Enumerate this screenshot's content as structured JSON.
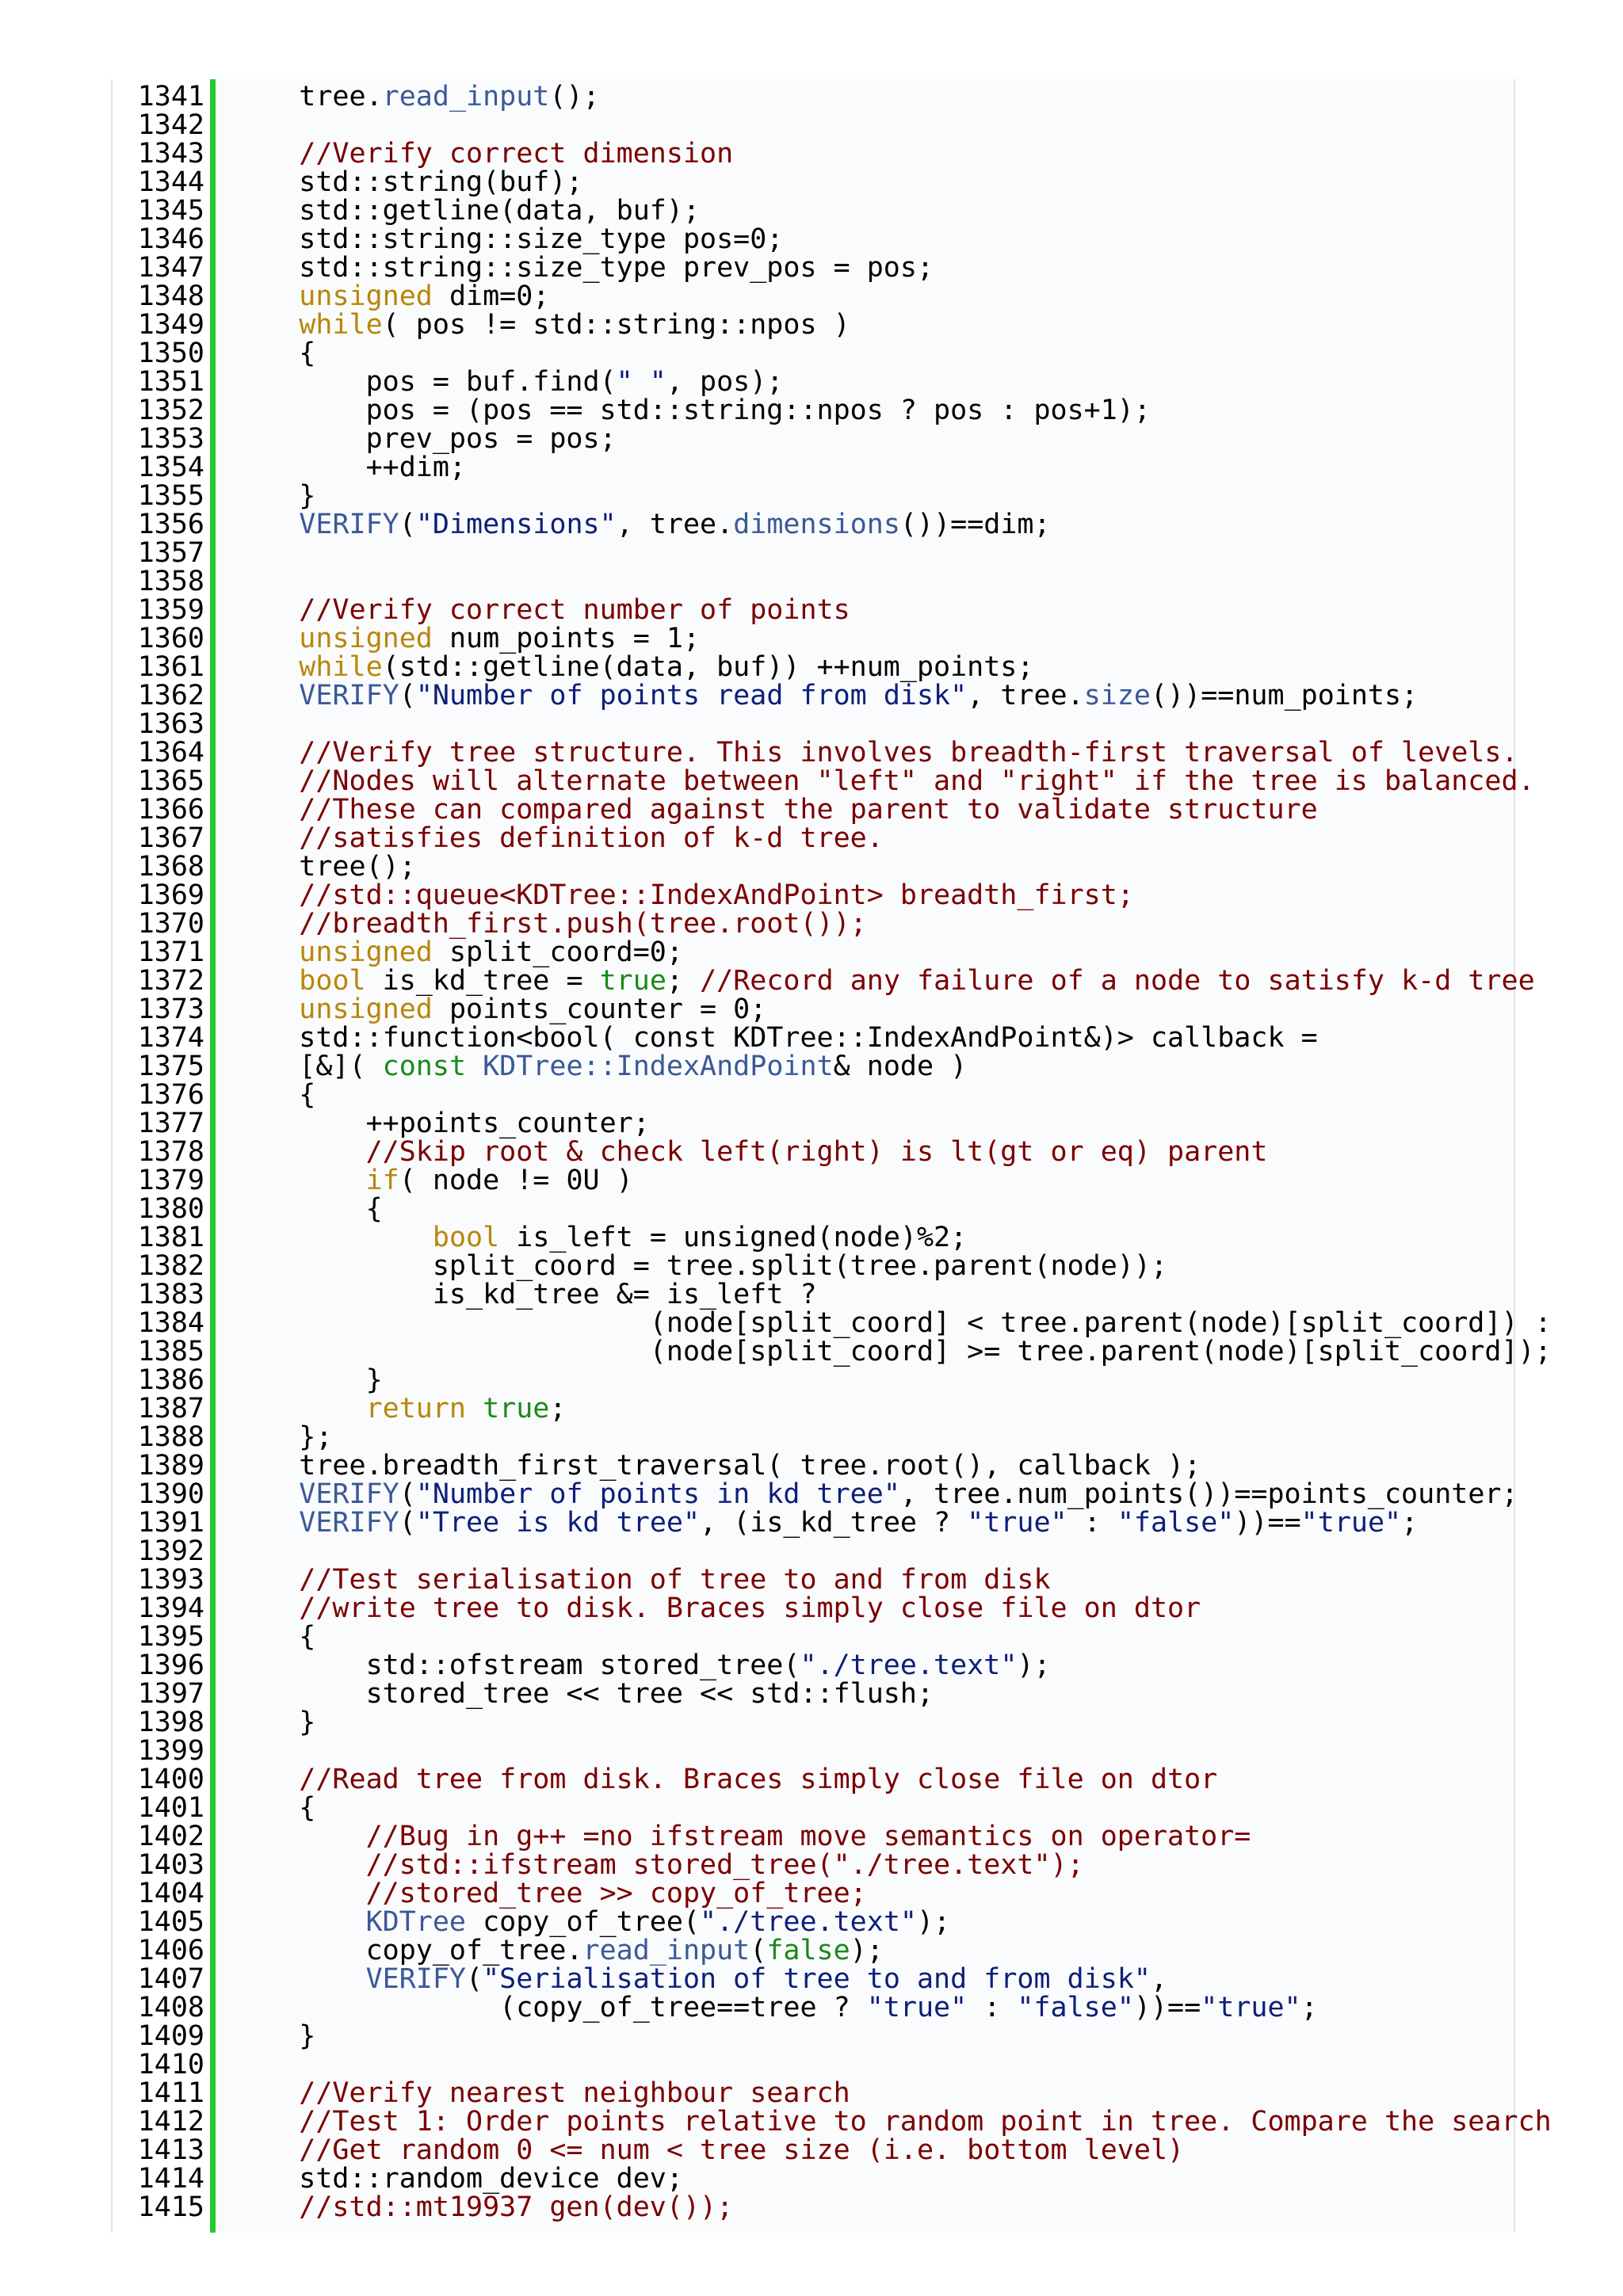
{
  "colors": {
    "gutter_marker": "#22cc33",
    "comment": "#7a0000",
    "keyword": "#b8860b",
    "literal": "#1a8a1a",
    "string": "#0d1f7a",
    "function": "#3b5998",
    "plain": "#000000"
  },
  "lines": [
    {
      "n": "1341",
      "t": [
        {
          "k": "n",
          "s": "    tree."
        },
        {
          "k": "f",
          "s": "read_input"
        },
        {
          "k": "n",
          "s": "();"
        }
      ]
    },
    {
      "n": "1342",
      "t": []
    },
    {
      "n": "1343",
      "t": [
        {
          "k": "c",
          "s": "    //Verify correct dimension"
        }
      ]
    },
    {
      "n": "1344",
      "t": [
        {
          "k": "n",
          "s": "    std::string(buf);"
        }
      ]
    },
    {
      "n": "1345",
      "t": [
        {
          "k": "n",
          "s": "    std::getline(data, buf);"
        }
      ]
    },
    {
      "n": "1346",
      "t": [
        {
          "k": "n",
          "s": "    std::string::size_type pos=0;"
        }
      ]
    },
    {
      "n": "1347",
      "t": [
        {
          "k": "n",
          "s": "    std::string::size_type prev_pos = pos;"
        }
      ]
    },
    {
      "n": "1348",
      "t": [
        {
          "k": "n",
          "s": "    "
        },
        {
          "k": "k",
          "s": "unsigned"
        },
        {
          "k": "n",
          "s": " dim=0;"
        }
      ]
    },
    {
      "n": "1349",
      "t": [
        {
          "k": "n",
          "s": "    "
        },
        {
          "k": "k",
          "s": "while"
        },
        {
          "k": "n",
          "s": "( pos != std::string::npos )"
        }
      ]
    },
    {
      "n": "1350",
      "t": [
        {
          "k": "n",
          "s": "    {"
        }
      ]
    },
    {
      "n": "1351",
      "t": [
        {
          "k": "n",
          "s": "        pos = buf.find("
        },
        {
          "k": "s",
          "s": "\" \""
        },
        {
          "k": "n",
          "s": ", pos);"
        }
      ]
    },
    {
      "n": "1352",
      "t": [
        {
          "k": "n",
          "s": "        pos = (pos == std::string::npos ? pos : pos+1);"
        }
      ]
    },
    {
      "n": "1353",
      "t": [
        {
          "k": "n",
          "s": "        prev_pos = pos;"
        }
      ]
    },
    {
      "n": "1354",
      "t": [
        {
          "k": "n",
          "s": "        ++dim;"
        }
      ]
    },
    {
      "n": "1355",
      "t": [
        {
          "k": "n",
          "s": "    }"
        }
      ]
    },
    {
      "n": "1356",
      "t": [
        {
          "k": "n",
          "s": "    "
        },
        {
          "k": "f",
          "s": "VERIFY"
        },
        {
          "k": "n",
          "s": "("
        },
        {
          "k": "s",
          "s": "\"Dimensions\""
        },
        {
          "k": "n",
          "s": ", tree."
        },
        {
          "k": "f",
          "s": "dimensions"
        },
        {
          "k": "n",
          "s": "())==dim;"
        }
      ]
    },
    {
      "n": "1357",
      "t": []
    },
    {
      "n": "1358",
      "t": []
    },
    {
      "n": "1359",
      "t": [
        {
          "k": "c",
          "s": "    //Verify correct number of points"
        }
      ]
    },
    {
      "n": "1360",
      "t": [
        {
          "k": "n",
          "s": "    "
        },
        {
          "k": "k",
          "s": "unsigned"
        },
        {
          "k": "n",
          "s": " num_points = 1;"
        }
      ]
    },
    {
      "n": "1361",
      "t": [
        {
          "k": "n",
          "s": "    "
        },
        {
          "k": "k",
          "s": "while"
        },
        {
          "k": "n",
          "s": "(std::getline(data, buf)) ++num_points;"
        }
      ]
    },
    {
      "n": "1362",
      "t": [
        {
          "k": "n",
          "s": "    "
        },
        {
          "k": "f",
          "s": "VERIFY"
        },
        {
          "k": "n",
          "s": "("
        },
        {
          "k": "s",
          "s": "\"Number of points read from disk\""
        },
        {
          "k": "n",
          "s": ", tree."
        },
        {
          "k": "f",
          "s": "size"
        },
        {
          "k": "n",
          "s": "())==num_points;"
        }
      ]
    },
    {
      "n": "1363",
      "t": []
    },
    {
      "n": "1364",
      "t": [
        {
          "k": "c",
          "s": "    //Verify tree structure. This involves breadth-first traversal of levels."
        }
      ]
    },
    {
      "n": "1365",
      "t": [
        {
          "k": "c",
          "s": "    //Nodes will alternate between \"left\" and \"right\" if the tree is balanced."
        }
      ]
    },
    {
      "n": "1366",
      "t": [
        {
          "k": "c",
          "s": "    //These can compared against the parent to validate structure"
        }
      ]
    },
    {
      "n": "1367",
      "t": [
        {
          "k": "c",
          "s": "    //satisfies definition of k-d tree."
        }
      ]
    },
    {
      "n": "1368",
      "t": [
        {
          "k": "n",
          "s": "    tree();"
        }
      ]
    },
    {
      "n": "1369",
      "t": [
        {
          "k": "c",
          "s": "    //std::queue<KDTree::IndexAndPoint> breadth_first;"
        }
      ]
    },
    {
      "n": "1370",
      "t": [
        {
          "k": "c",
          "s": "    //breadth_first.push(tree.root());"
        }
      ]
    },
    {
      "n": "1371",
      "t": [
        {
          "k": "n",
          "s": "    "
        },
        {
          "k": "k",
          "s": "unsigned"
        },
        {
          "k": "n",
          "s": " split_coord=0;"
        }
      ]
    },
    {
      "n": "1372",
      "t": [
        {
          "k": "n",
          "s": "    "
        },
        {
          "k": "k",
          "s": "bool"
        },
        {
          "k": "n",
          "s": " is_kd_tree = "
        },
        {
          "k": "t",
          "s": "true"
        },
        {
          "k": "n",
          "s": "; "
        },
        {
          "k": "c",
          "s": "//Record any failure of a node to satisfy k-d tree"
        }
      ]
    },
    {
      "n": "1373",
      "t": [
        {
          "k": "n",
          "s": "    "
        },
        {
          "k": "k",
          "s": "unsigned"
        },
        {
          "k": "n",
          "s": " points_counter = 0;"
        }
      ]
    },
    {
      "n": "1374",
      "t": [
        {
          "k": "n",
          "s": "    std::function<bool( const KDTree::IndexAndPoint&)> callback ="
        }
      ]
    },
    {
      "n": "1375",
      "t": [
        {
          "k": "n",
          "s": "    [&]( "
        },
        {
          "k": "t",
          "s": "const"
        },
        {
          "k": "n",
          "s": " "
        },
        {
          "k": "f",
          "s": "KDTree::IndexAndPoint"
        },
        {
          "k": "n",
          "s": "& node )"
        }
      ]
    },
    {
      "n": "1376",
      "t": [
        {
          "k": "n",
          "s": "    {"
        }
      ]
    },
    {
      "n": "1377",
      "t": [
        {
          "k": "n",
          "s": "        ++points_counter;"
        }
      ]
    },
    {
      "n": "1378",
      "t": [
        {
          "k": "c",
          "s": "        //Skip root & check left(right) is lt(gt or eq) parent"
        }
      ]
    },
    {
      "n": "1379",
      "t": [
        {
          "k": "n",
          "s": "        "
        },
        {
          "k": "k",
          "s": "if"
        },
        {
          "k": "n",
          "s": "( node != 0U )"
        }
      ]
    },
    {
      "n": "1380",
      "t": [
        {
          "k": "n",
          "s": "        {"
        }
      ]
    },
    {
      "n": "1381",
      "t": [
        {
          "k": "n",
          "s": "            "
        },
        {
          "k": "k",
          "s": "bool"
        },
        {
          "k": "n",
          "s": " is_left = unsigned(node)%2;"
        }
      ]
    },
    {
      "n": "1382",
      "t": [
        {
          "k": "n",
          "s": "            split_coord = tree.split(tree.parent(node));"
        }
      ]
    },
    {
      "n": "1383",
      "t": [
        {
          "k": "n",
          "s": "            is_kd_tree &= is_left ?"
        }
      ]
    },
    {
      "n": "1384",
      "t": [
        {
          "k": "n",
          "s": "                         (node[split_coord] < tree.parent(node)[split_coord]) :"
        }
      ]
    },
    {
      "n": "1385",
      "t": [
        {
          "k": "n",
          "s": "                         (node[split_coord] >= tree.parent(node)[split_coord]);"
        }
      ]
    },
    {
      "n": "1386",
      "t": [
        {
          "k": "n",
          "s": "        }"
        }
      ]
    },
    {
      "n": "1387",
      "t": [
        {
          "k": "n",
          "s": "        "
        },
        {
          "k": "k",
          "s": "return"
        },
        {
          "k": "n",
          "s": " "
        },
        {
          "k": "t",
          "s": "true"
        },
        {
          "k": "n",
          "s": ";"
        }
      ]
    },
    {
      "n": "1388",
      "t": [
        {
          "k": "n",
          "s": "    };"
        }
      ]
    },
    {
      "n": "1389",
      "t": [
        {
          "k": "n",
          "s": "    tree.breadth_first_traversal( tree.root(), callback );"
        }
      ]
    },
    {
      "n": "1390",
      "t": [
        {
          "k": "n",
          "s": "    "
        },
        {
          "k": "f",
          "s": "VERIFY"
        },
        {
          "k": "n",
          "s": "("
        },
        {
          "k": "s",
          "s": "\"Number of points in kd tree\""
        },
        {
          "k": "n",
          "s": ", tree.num_points())==points_counter;"
        }
      ]
    },
    {
      "n": "1391",
      "t": [
        {
          "k": "n",
          "s": "    "
        },
        {
          "k": "f",
          "s": "VERIFY"
        },
        {
          "k": "n",
          "s": "("
        },
        {
          "k": "s",
          "s": "\"Tree is kd tree\""
        },
        {
          "k": "n",
          "s": ", (is_kd_tree ? "
        },
        {
          "k": "s",
          "s": "\"true\""
        },
        {
          "k": "n",
          "s": " : "
        },
        {
          "k": "s",
          "s": "\"false\""
        },
        {
          "k": "n",
          "s": "))=="
        },
        {
          "k": "s",
          "s": "\"true\""
        },
        {
          "k": "n",
          "s": ";"
        }
      ]
    },
    {
      "n": "1392",
      "t": []
    },
    {
      "n": "1393",
      "t": [
        {
          "k": "c",
          "s": "    //Test serialisation of tree to and from disk"
        }
      ]
    },
    {
      "n": "1394",
      "t": [
        {
          "k": "c",
          "s": "    //write tree to disk. Braces simply close file on dtor"
        }
      ]
    },
    {
      "n": "1395",
      "t": [
        {
          "k": "n",
          "s": "    {"
        }
      ]
    },
    {
      "n": "1396",
      "t": [
        {
          "k": "n",
          "s": "        std::ofstream stored_tree("
        },
        {
          "k": "s",
          "s": "\"./tree.text\""
        },
        {
          "k": "n",
          "s": ");"
        }
      ]
    },
    {
      "n": "1397",
      "t": [
        {
          "k": "n",
          "s": "        stored_tree << tree << std::flush;"
        }
      ]
    },
    {
      "n": "1398",
      "t": [
        {
          "k": "n",
          "s": "    }"
        }
      ]
    },
    {
      "n": "1399",
      "t": []
    },
    {
      "n": "1400",
      "t": [
        {
          "k": "c",
          "s": "    //Read tree from disk. Braces simply close file on dtor"
        }
      ]
    },
    {
      "n": "1401",
      "t": [
        {
          "k": "n",
          "s": "    {"
        }
      ]
    },
    {
      "n": "1402",
      "t": [
        {
          "k": "c",
          "s": "        //Bug in g++ =no ifstream move semantics on operator="
        }
      ]
    },
    {
      "n": "1403",
      "t": [
        {
          "k": "c",
          "s": "        //std::ifstream stored_tree(\"./tree.text\");"
        }
      ]
    },
    {
      "n": "1404",
      "t": [
        {
          "k": "c",
          "s": "        //stored_tree >> copy_of_tree;"
        }
      ]
    },
    {
      "n": "1405",
      "t": [
        {
          "k": "n",
          "s": "        "
        },
        {
          "k": "f",
          "s": "KDTree"
        },
        {
          "k": "n",
          "s": " copy_of_tree("
        },
        {
          "k": "s",
          "s": "\"./tree.text\""
        },
        {
          "k": "n",
          "s": ");"
        }
      ]
    },
    {
      "n": "1406",
      "t": [
        {
          "k": "n",
          "s": "        copy_of_tree."
        },
        {
          "k": "f",
          "s": "read_input"
        },
        {
          "k": "n",
          "s": "("
        },
        {
          "k": "t",
          "s": "false"
        },
        {
          "k": "n",
          "s": ");"
        }
      ]
    },
    {
      "n": "1407",
      "t": [
        {
          "k": "n",
          "s": "        "
        },
        {
          "k": "f",
          "s": "VERIFY"
        },
        {
          "k": "n",
          "s": "("
        },
        {
          "k": "s",
          "s": "\"Serialisation of tree to and from disk\""
        },
        {
          "k": "n",
          "s": ","
        }
      ]
    },
    {
      "n": "1408",
      "t": [
        {
          "k": "n",
          "s": "                (copy_of_tree==tree ? "
        },
        {
          "k": "s",
          "s": "\"true\""
        },
        {
          "k": "n",
          "s": " : "
        },
        {
          "k": "s",
          "s": "\"false\""
        },
        {
          "k": "n",
          "s": "))=="
        },
        {
          "k": "s",
          "s": "\"true\""
        },
        {
          "k": "n",
          "s": ";"
        }
      ]
    },
    {
      "n": "1409",
      "t": [
        {
          "k": "n",
          "s": "    }"
        }
      ]
    },
    {
      "n": "1410",
      "t": []
    },
    {
      "n": "1411",
      "t": [
        {
          "k": "c",
          "s": "    //Verify nearest neighbour search"
        }
      ]
    },
    {
      "n": "1412",
      "t": [
        {
          "k": "c",
          "s": "    //Test 1: Order points relative to random point in tree. Compare the search"
        }
      ]
    },
    {
      "n": "1413",
      "t": [
        {
          "k": "c",
          "s": "    //Get random 0 <= num < tree size (i.e. bottom level)"
        }
      ]
    },
    {
      "n": "1414",
      "t": [
        {
          "k": "n",
          "s": "    std::random_device dev;"
        }
      ]
    },
    {
      "n": "1415",
      "t": [
        {
          "k": "c",
          "s": "    //std::mt19937 gen(dev());"
        }
      ]
    }
  ]
}
